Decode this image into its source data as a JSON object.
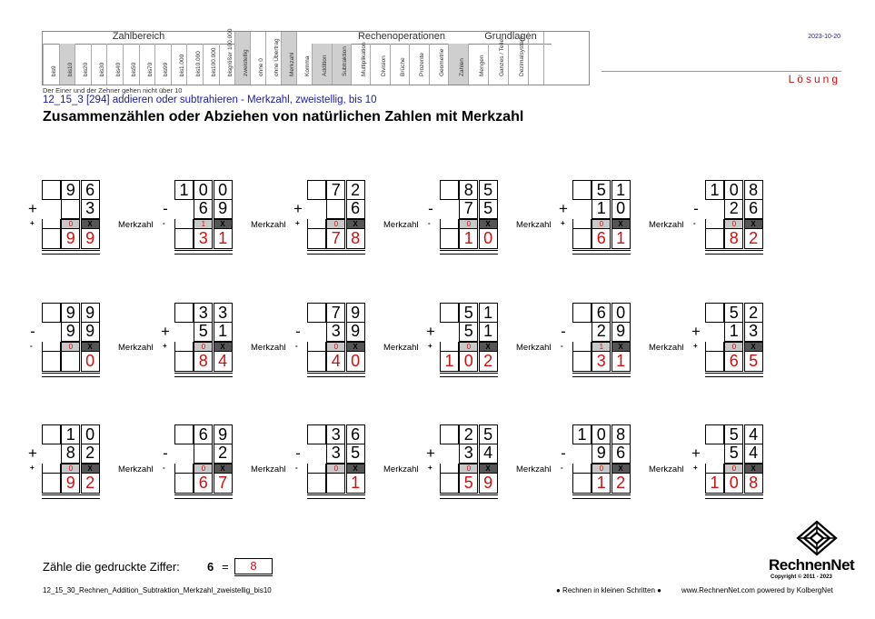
{
  "header": {
    "groups": [
      {
        "title": "Zahlbereich"
      },
      {
        "title": "Rechenoperationen"
      },
      {
        "title": "Grundlagen"
      }
    ],
    "zahlbereich_values": [
      "9",
      "10",
      "20",
      "30",
      "40",
      "50",
      "70",
      "99",
      "1.000",
      "10.000",
      "100.000",
      "größer 100.000"
    ],
    "bis_label": "bis",
    "mid_columns": [
      "zweistellig",
      "ohne 0",
      "ohne Übertrag",
      "Merkzahl",
      "Komma"
    ],
    "ops_columns": [
      "Addition",
      "Subtraktion",
      "Multiplikation",
      "Division",
      "Brüche",
      "Prozente",
      "Geometrie"
    ],
    "grundlagen_columns": [
      "Zahlen",
      "Mengen",
      "Ganzes / Teile",
      "Dezimalsystem"
    ],
    "date": "2023-10-20",
    "loesung": "Lösung"
  },
  "note": "Der Einer und der Zehner gehen nicht über 10",
  "subtitle": "12_15_3   [294]   addieren oder subtrahieren - Merkzahl, zweistellig, bis 10",
  "title": "Zusammenzählen oder Abziehen von natürlichen Zahlen mit Merkzahl",
  "merkzahl_label": "Merkzahl",
  "problems": [
    {
      "a": [
        "",
        "9",
        "6"
      ],
      "op": "+",
      "b": [
        "",
        "",
        "3"
      ],
      "carry": "0",
      "res": [
        "",
        "9",
        "9"
      ]
    },
    {
      "a": [
        "1",
        "0",
        "0"
      ],
      "op": "-",
      "b": [
        "",
        "6",
        "9"
      ],
      "carry": "1",
      "res": [
        "",
        "3",
        "1"
      ]
    },
    {
      "a": [
        "",
        "7",
        "2"
      ],
      "op": "+",
      "b": [
        "",
        "",
        "6"
      ],
      "carry": "0",
      "res": [
        "",
        "7",
        "8"
      ]
    },
    {
      "a": [
        "",
        "8",
        "5"
      ],
      "op": "-",
      "b": [
        "",
        "7",
        "5"
      ],
      "carry": "0",
      "res": [
        "",
        "1",
        "0"
      ]
    },
    {
      "a": [
        "",
        "5",
        "1"
      ],
      "op": "+",
      "b": [
        "",
        "1",
        "0"
      ],
      "carry": "0",
      "res": [
        "",
        "6",
        "1"
      ]
    },
    {
      "a": [
        "1",
        "0",
        "8"
      ],
      "op": "-",
      "b": [
        "",
        "2",
        "6"
      ],
      "carry": "0",
      "res": [
        "",
        "8",
        "2"
      ]
    },
    {
      "a": [
        "",
        "9",
        "9"
      ],
      "op": "-",
      "b": [
        "",
        "9",
        "9"
      ],
      "carry": "0",
      "res": [
        "",
        "",
        "0"
      ]
    },
    {
      "a": [
        "",
        "3",
        "3"
      ],
      "op": "+",
      "b": [
        "",
        "5",
        "1"
      ],
      "carry": "0",
      "res": [
        "",
        "8",
        "4"
      ]
    },
    {
      "a": [
        "",
        "7",
        "9"
      ],
      "op": "-",
      "b": [
        "",
        "3",
        "9"
      ],
      "carry": "0",
      "res": [
        "",
        "4",
        "0"
      ]
    },
    {
      "a": [
        "",
        "5",
        "1"
      ],
      "op": "+",
      "b": [
        "",
        "5",
        "1"
      ],
      "carry": "0",
      "res": [
        "1",
        "0",
        "2"
      ]
    },
    {
      "a": [
        "",
        "6",
        "0"
      ],
      "op": "-",
      "b": [
        "",
        "2",
        "9"
      ],
      "carry": "1",
      "res": [
        "",
        "3",
        "1"
      ]
    },
    {
      "a": [
        "",
        "5",
        "2"
      ],
      "op": "+",
      "b": [
        "",
        "1",
        "3"
      ],
      "carry": "0",
      "res": [
        "",
        "6",
        "5"
      ]
    },
    {
      "a": [
        "",
        "1",
        "0"
      ],
      "op": "+",
      "b": [
        "",
        "8",
        "2"
      ],
      "carry": "0",
      "res": [
        "",
        "9",
        "2"
      ]
    },
    {
      "a": [
        "",
        "6",
        "9"
      ],
      "op": "-",
      "b": [
        "",
        "",
        "2"
      ],
      "carry": "0",
      "res": [
        "",
        "6",
        "7"
      ]
    },
    {
      "a": [
        "",
        "3",
        "6"
      ],
      "op": "-",
      "b": [
        "",
        "3",
        "5"
      ],
      "carry": "0",
      "res": [
        "",
        "",
        "1"
      ]
    },
    {
      "a": [
        "",
        "2",
        "5"
      ],
      "op": "+",
      "b": [
        "",
        "3",
        "4"
      ],
      "carry": "0",
      "res": [
        "",
        "5",
        "9"
      ]
    },
    {
      "a": [
        "1",
        "0",
        "8"
      ],
      "op": "-",
      "b": [
        "",
        "9",
        "6"
      ],
      "carry": "0",
      "res": [
        "",
        "1",
        "2"
      ]
    },
    {
      "a": [
        "",
        "5",
        "4"
      ],
      "op": "+",
      "b": [
        "",
        "5",
        "4"
      ],
      "carry": "0",
      "res": [
        "1",
        "0",
        "8"
      ]
    }
  ],
  "carry_mark": "X",
  "count": {
    "label": "Zähle die gedruckte Ziffer:",
    "digit": "6",
    "eq": "=",
    "answer": "8"
  },
  "footer": {
    "file": "12_15_30_Rechnen_Addition_Subtraktion_Merkzahl_zweistellig_bis10",
    "slogan": "● Rechnen in kleinen Schritten ●",
    "site": "www.RechnenNet.com powered by KolbergNet",
    "logo": "RechnenNet",
    "copyright": "Copyright © 2011 - 2023"
  }
}
